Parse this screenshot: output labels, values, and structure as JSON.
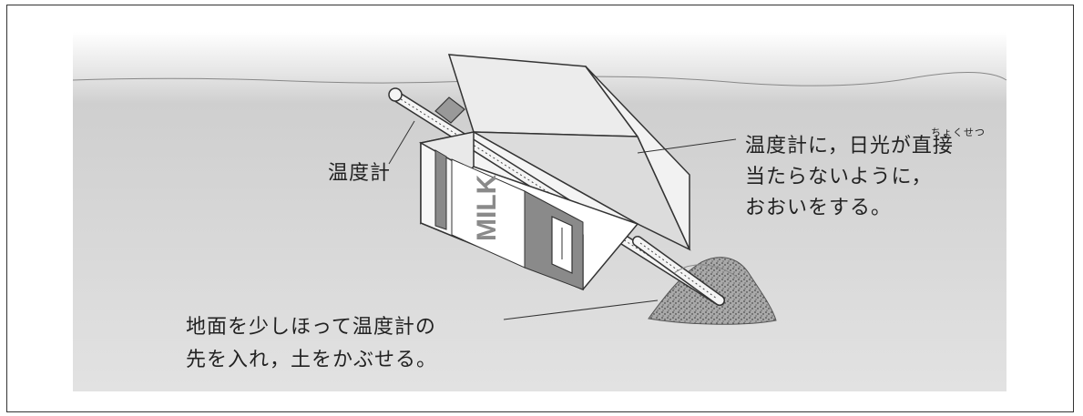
{
  "labels": {
    "thermometer": "温度計",
    "cover_line1": "温度計に，日光が直接",
    "cover_ruby": "ちょくせつ",
    "cover_line2": "当たらないように，",
    "cover_line3": "おおいをする。",
    "ground_line1": "地面を少しほって温度計の",
    "ground_line2": "先を入れ，土をかぶせる。",
    "carton_text": "MILK"
  },
  "colors": {
    "background_gray": "#c9c9c9",
    "carton_dark": "#8a8a8a",
    "carton_light": "#f6f6f6",
    "outline": "#333333",
    "soil": "#909090"
  }
}
